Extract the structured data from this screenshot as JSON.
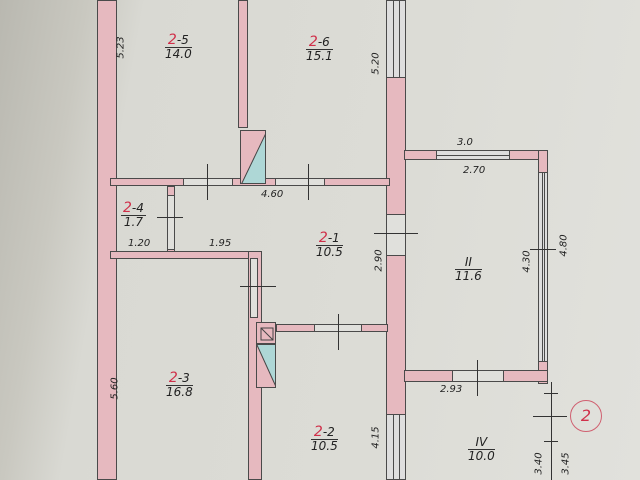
{
  "plan": {
    "rooms": [
      {
        "id": "2-5",
        "floor": "2",
        "suffix": "-5",
        "area": "14.0"
      },
      {
        "id": "2-6",
        "floor": "2",
        "suffix": "-6",
        "area": "15.1"
      },
      {
        "id": "2-4",
        "floor": "2",
        "suffix": "-4",
        "area": "1.7"
      },
      {
        "id": "2-1",
        "floor": "2",
        "suffix": "-1",
        "area": "10.5"
      },
      {
        "id": "2-3",
        "floor": "2",
        "suffix": "-3",
        "area": "16.8"
      },
      {
        "id": "2-2",
        "floor": "2",
        "suffix": "-2",
        "area": "10.5"
      },
      {
        "id": "II",
        "floor": "",
        "suffix": "II",
        "area": "11.6"
      },
      {
        "id": "IV",
        "floor": "",
        "suffix": "IV",
        "area": "10.0"
      }
    ],
    "dimensions": {
      "d_523": "5.23",
      "d_520": "5.20",
      "d_460": "4.60",
      "d_120": "1.20",
      "d_195": "1.95",
      "d_290": "2.90",
      "d_30": "3.0",
      "d_270": "2.70",
      "d_430": "4.30",
      "d_480": "4.80",
      "d_560": "5.60",
      "d_415": "4.15",
      "d_293": "2.93",
      "d_340": "3.40",
      "d_345": "3.45"
    },
    "section_mark": "2"
  }
}
